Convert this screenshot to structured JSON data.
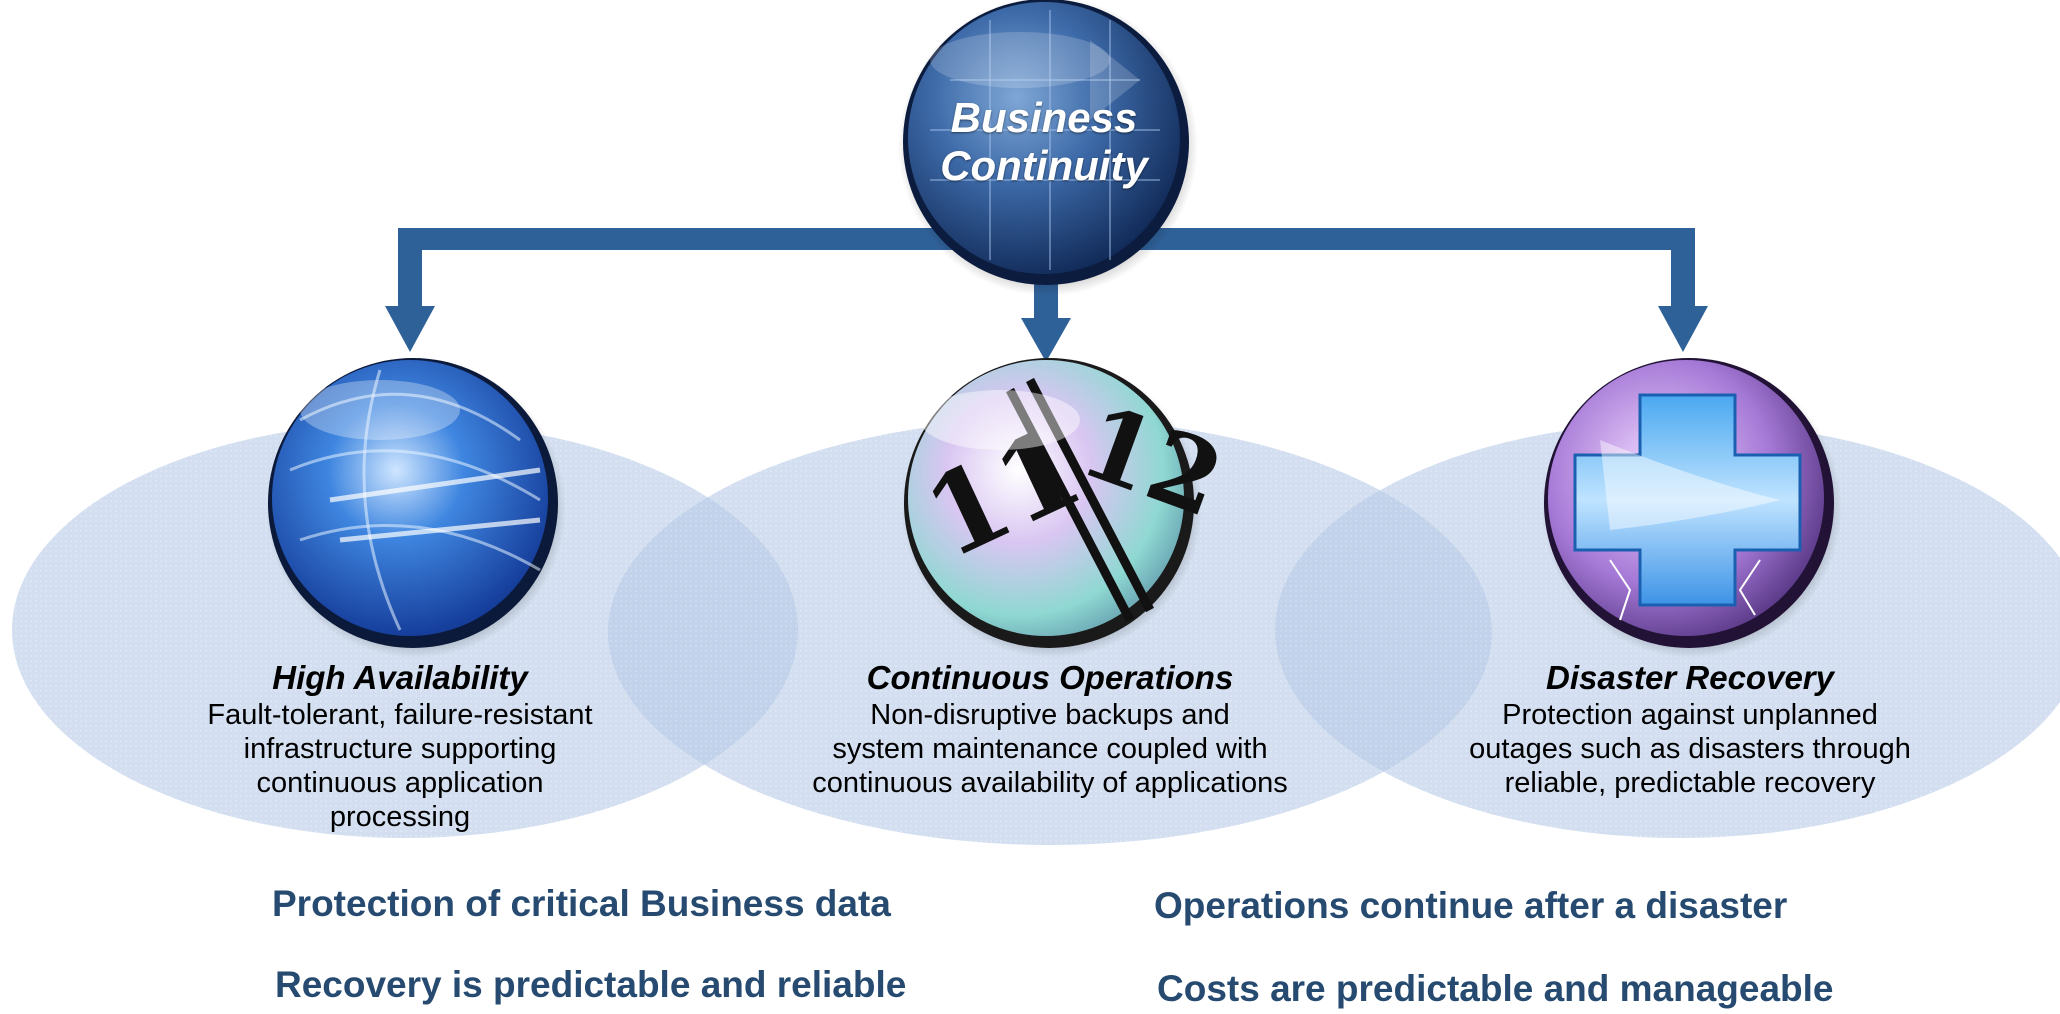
{
  "colors": {
    "connector": "#2f6199",
    "ellipse": "#b5c9e6",
    "benefit_text": "#264a70"
  },
  "hub": {
    "title_line1": "Business",
    "title_line2": "Continuity",
    "icon": "globe-grid-icon"
  },
  "branches": [
    {
      "title": "High Availability",
      "description": [
        "Fault-tolerant, failure-resistant",
        "infrastructure supporting",
        "continuous application",
        "processing"
      ],
      "icon": "network-globe-icon"
    },
    {
      "title": "Continuous Operations",
      "description": [
        "Non-disruptive backups and",
        "system maintenance coupled with",
        "continuous availability of applications"
      ],
      "icon": "clock-icon"
    },
    {
      "title": "Disaster Recovery",
      "description": [
        "Protection against unplanned",
        "outages such as disasters through",
        "reliable, predictable recovery"
      ],
      "icon": "medical-cross-icon"
    }
  ],
  "benefits": {
    "left": [
      "Protection of critical Business data",
      "Recovery is predictable and reliable"
    ],
    "right": [
      "Operations continue after a disaster",
      "Costs are predictable and manageable"
    ]
  }
}
